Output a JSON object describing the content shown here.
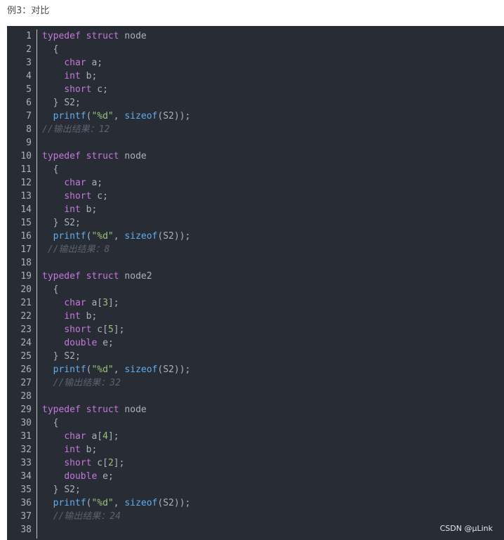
{
  "caption": "例3：对比",
  "watermark": "CSDN @μLink",
  "line_numbers": [
    "1",
    "2",
    "3",
    "4",
    "5",
    "6",
    "7",
    "8",
    "9",
    "10",
    "11",
    "12",
    "13",
    "14",
    "15",
    "16",
    "17",
    "18",
    "19",
    "20",
    "21",
    "22",
    "23",
    "24",
    "25",
    "26",
    "27",
    "28",
    "29",
    "30",
    "31",
    "32",
    "33",
    "34",
    "35",
    "36",
    "37",
    "38"
  ],
  "code": {
    "kw_typedef": "typedef",
    "kw_struct": "struct",
    "kw_char": "char",
    "kw_int": "int",
    "kw_short": "short",
    "kw_double": "double",
    "kw_sizeof": "sizeof",
    "fn_printf": "printf",
    "fmt_string": "\"%d\"",
    "name_node": "node",
    "name_node2": "node2",
    "var_a": "a",
    "var_b": "b",
    "var_c": "c",
    "var_e": "e",
    "var_S2": "S2",
    "num_3": "3",
    "num_5": "5",
    "num_4": "4",
    "num_2": "2",
    "comment_1": "//输出结果：12",
    "comment_2": "//输出结果：8",
    "comment_3": "//输出结果：32",
    "comment_4": "//输出结果：24"
  }
}
